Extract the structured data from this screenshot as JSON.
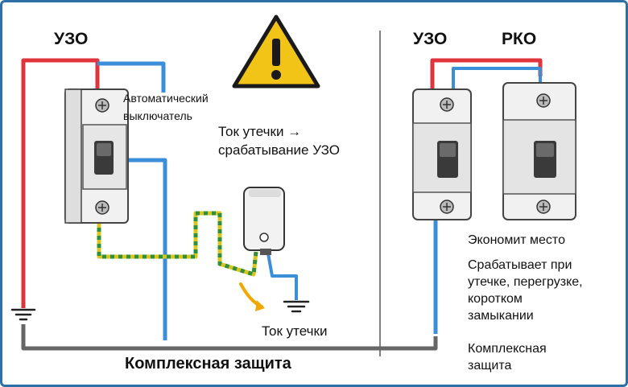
{
  "labels": {
    "uzo_left": "УЗО",
    "uzo_right": "УЗО",
    "rko": "РКО",
    "breaker_line1": "Автоматический",
    "breaker_line2": "выключатель",
    "leak_line1": "Ток утечки →",
    "leak_line2": "срабатывание УЗО",
    "leak_current": "Ток утечки",
    "complex_protection": "Комплексная защита",
    "saves_space": "Экономит место",
    "trips_line1": "Срабатывает при",
    "trips_line2": "утечке, перегрузке,",
    "trips_line3": "коротком",
    "trips_line4": "замыкании",
    "complex_line1": "Комплексная",
    "complex_line2": "защита"
  },
  "icons": {
    "warning": "warning-triangle-icon",
    "ground": "ground-symbol-icon",
    "arrow": "leak-arrow-icon"
  },
  "colors": {
    "phase": "#e0333c",
    "neutral": "#3b8fd9",
    "ground_yellow": "#d9c51f",
    "ground_green": "#2f8f3a",
    "warning": "#f2c417",
    "arrow": "#f0a800",
    "frame": "#2f6fa8"
  }
}
